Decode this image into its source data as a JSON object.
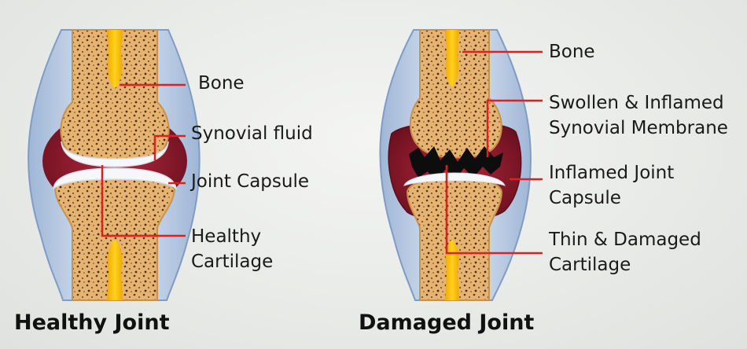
{
  "healthy": {
    "title": "Healthy Joint",
    "labels": {
      "bone": "Bone",
      "synovial_fluid": "Synovial fluid",
      "joint_capsule": "Joint Capsule",
      "cartilage_line1": "Healthy",
      "cartilage_line2": "Cartilage"
    }
  },
  "damaged": {
    "title": "Damaged Joint",
    "labels": {
      "bone": "Bone",
      "membrane_line1": "Swollen & Inflamed",
      "membrane_line2": "Synovial Membrane",
      "capsule_line1": "Inflamed Joint",
      "capsule_line2": "Capsule",
      "cartilage_line1": "Thin & Damaged",
      "cartilage_line2": "Cartilage"
    }
  },
  "colors": {
    "bone": "#e8b877",
    "marrow": "#f2c200",
    "cartilage": "#f6f7fa",
    "synovial": "#8a1c2c",
    "capsule": "#c9d9ec",
    "pointer": "#e02020",
    "text": "#1a1a1a"
  }
}
